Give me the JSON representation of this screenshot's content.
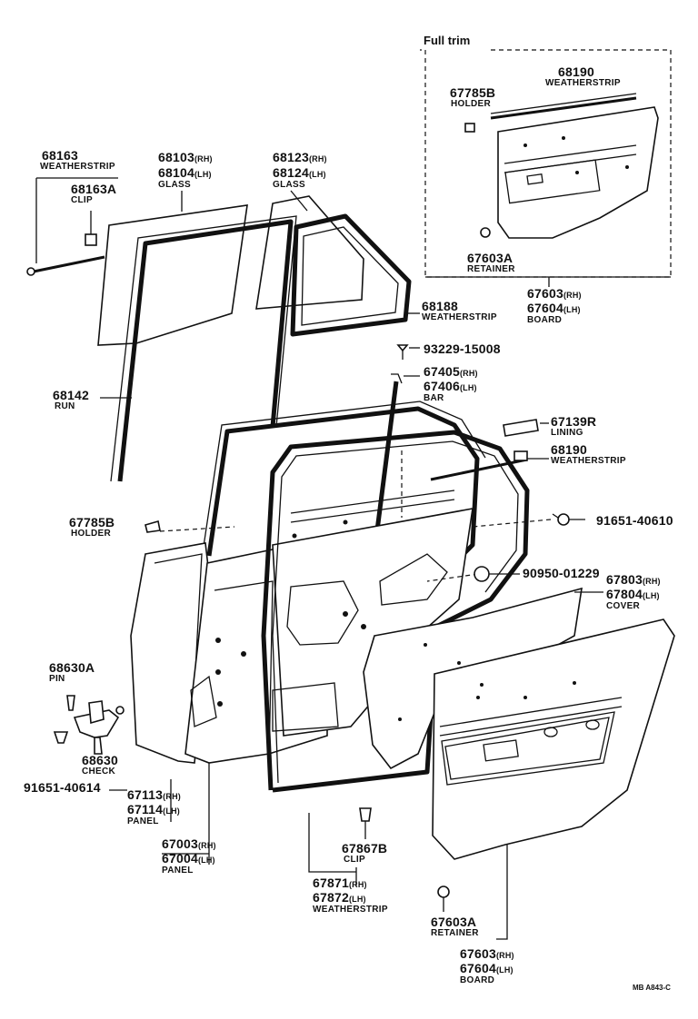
{
  "full_trim": {
    "title": "Full trim",
    "holder_num": "67785B",
    "holder_name": "HOLDER",
    "ws_num": "68190",
    "ws_name": "WEATHERSTRIP",
    "ret_num": "67603A",
    "ret_name": "RETAINER",
    "board_rh": "67603",
    "board_lh": "67604",
    "board_name": "BOARD"
  },
  "labels": {
    "p68163": "68163",
    "p68163_name": "WEATHERSTRIP",
    "p68163A": "68163A",
    "p68163A_name": "CLIP",
    "p68103": "68103",
    "p68104": "68104",
    "glass1_name": "GLASS",
    "p68123": "68123",
    "p68124": "68124",
    "glass2_name": "GLASS",
    "p68188": "68188",
    "p68188_name": "WEATHERSTRIP",
    "p93229": "93229-15008",
    "p67405": "67405",
    "p67406": "67406",
    "bar_name": "BAR",
    "p68142": "68142",
    "p68142_name": "RUN",
    "p67139R": "67139R",
    "lining_name": "LINING",
    "p68190": "68190",
    "p68190_name": "WEATHERSTRIP",
    "p67785B": "67785B",
    "holder_name": "HOLDER",
    "p91651a": "91651-40610",
    "p90950": "90950-01229",
    "p67803": "67803",
    "p67804": "67804",
    "cover_name": "COVER",
    "p68630A": "68630A",
    "pin_name": "PIN",
    "p68630": "68630",
    "check_name": "CHECK",
    "p91651b": "91651-40614",
    "p67113": "67113",
    "p67114": "67114",
    "panel1_name": "PANEL",
    "p67003": "67003",
    "p67004": "67004",
    "panel2_name": "PANEL",
    "p67867B": "67867B",
    "clip_name": "CLIP",
    "p67871": "67871",
    "p67872": "67872",
    "ws2_name": "WEATHERSTRIP",
    "p67603A": "67603A",
    "retainer_name": "RETAINER",
    "p67603": "67603",
    "p67604": "67604",
    "board_name": "BOARD",
    "rh": "(RH)",
    "lh": "(LH)",
    "code": "MB A843-C"
  }
}
